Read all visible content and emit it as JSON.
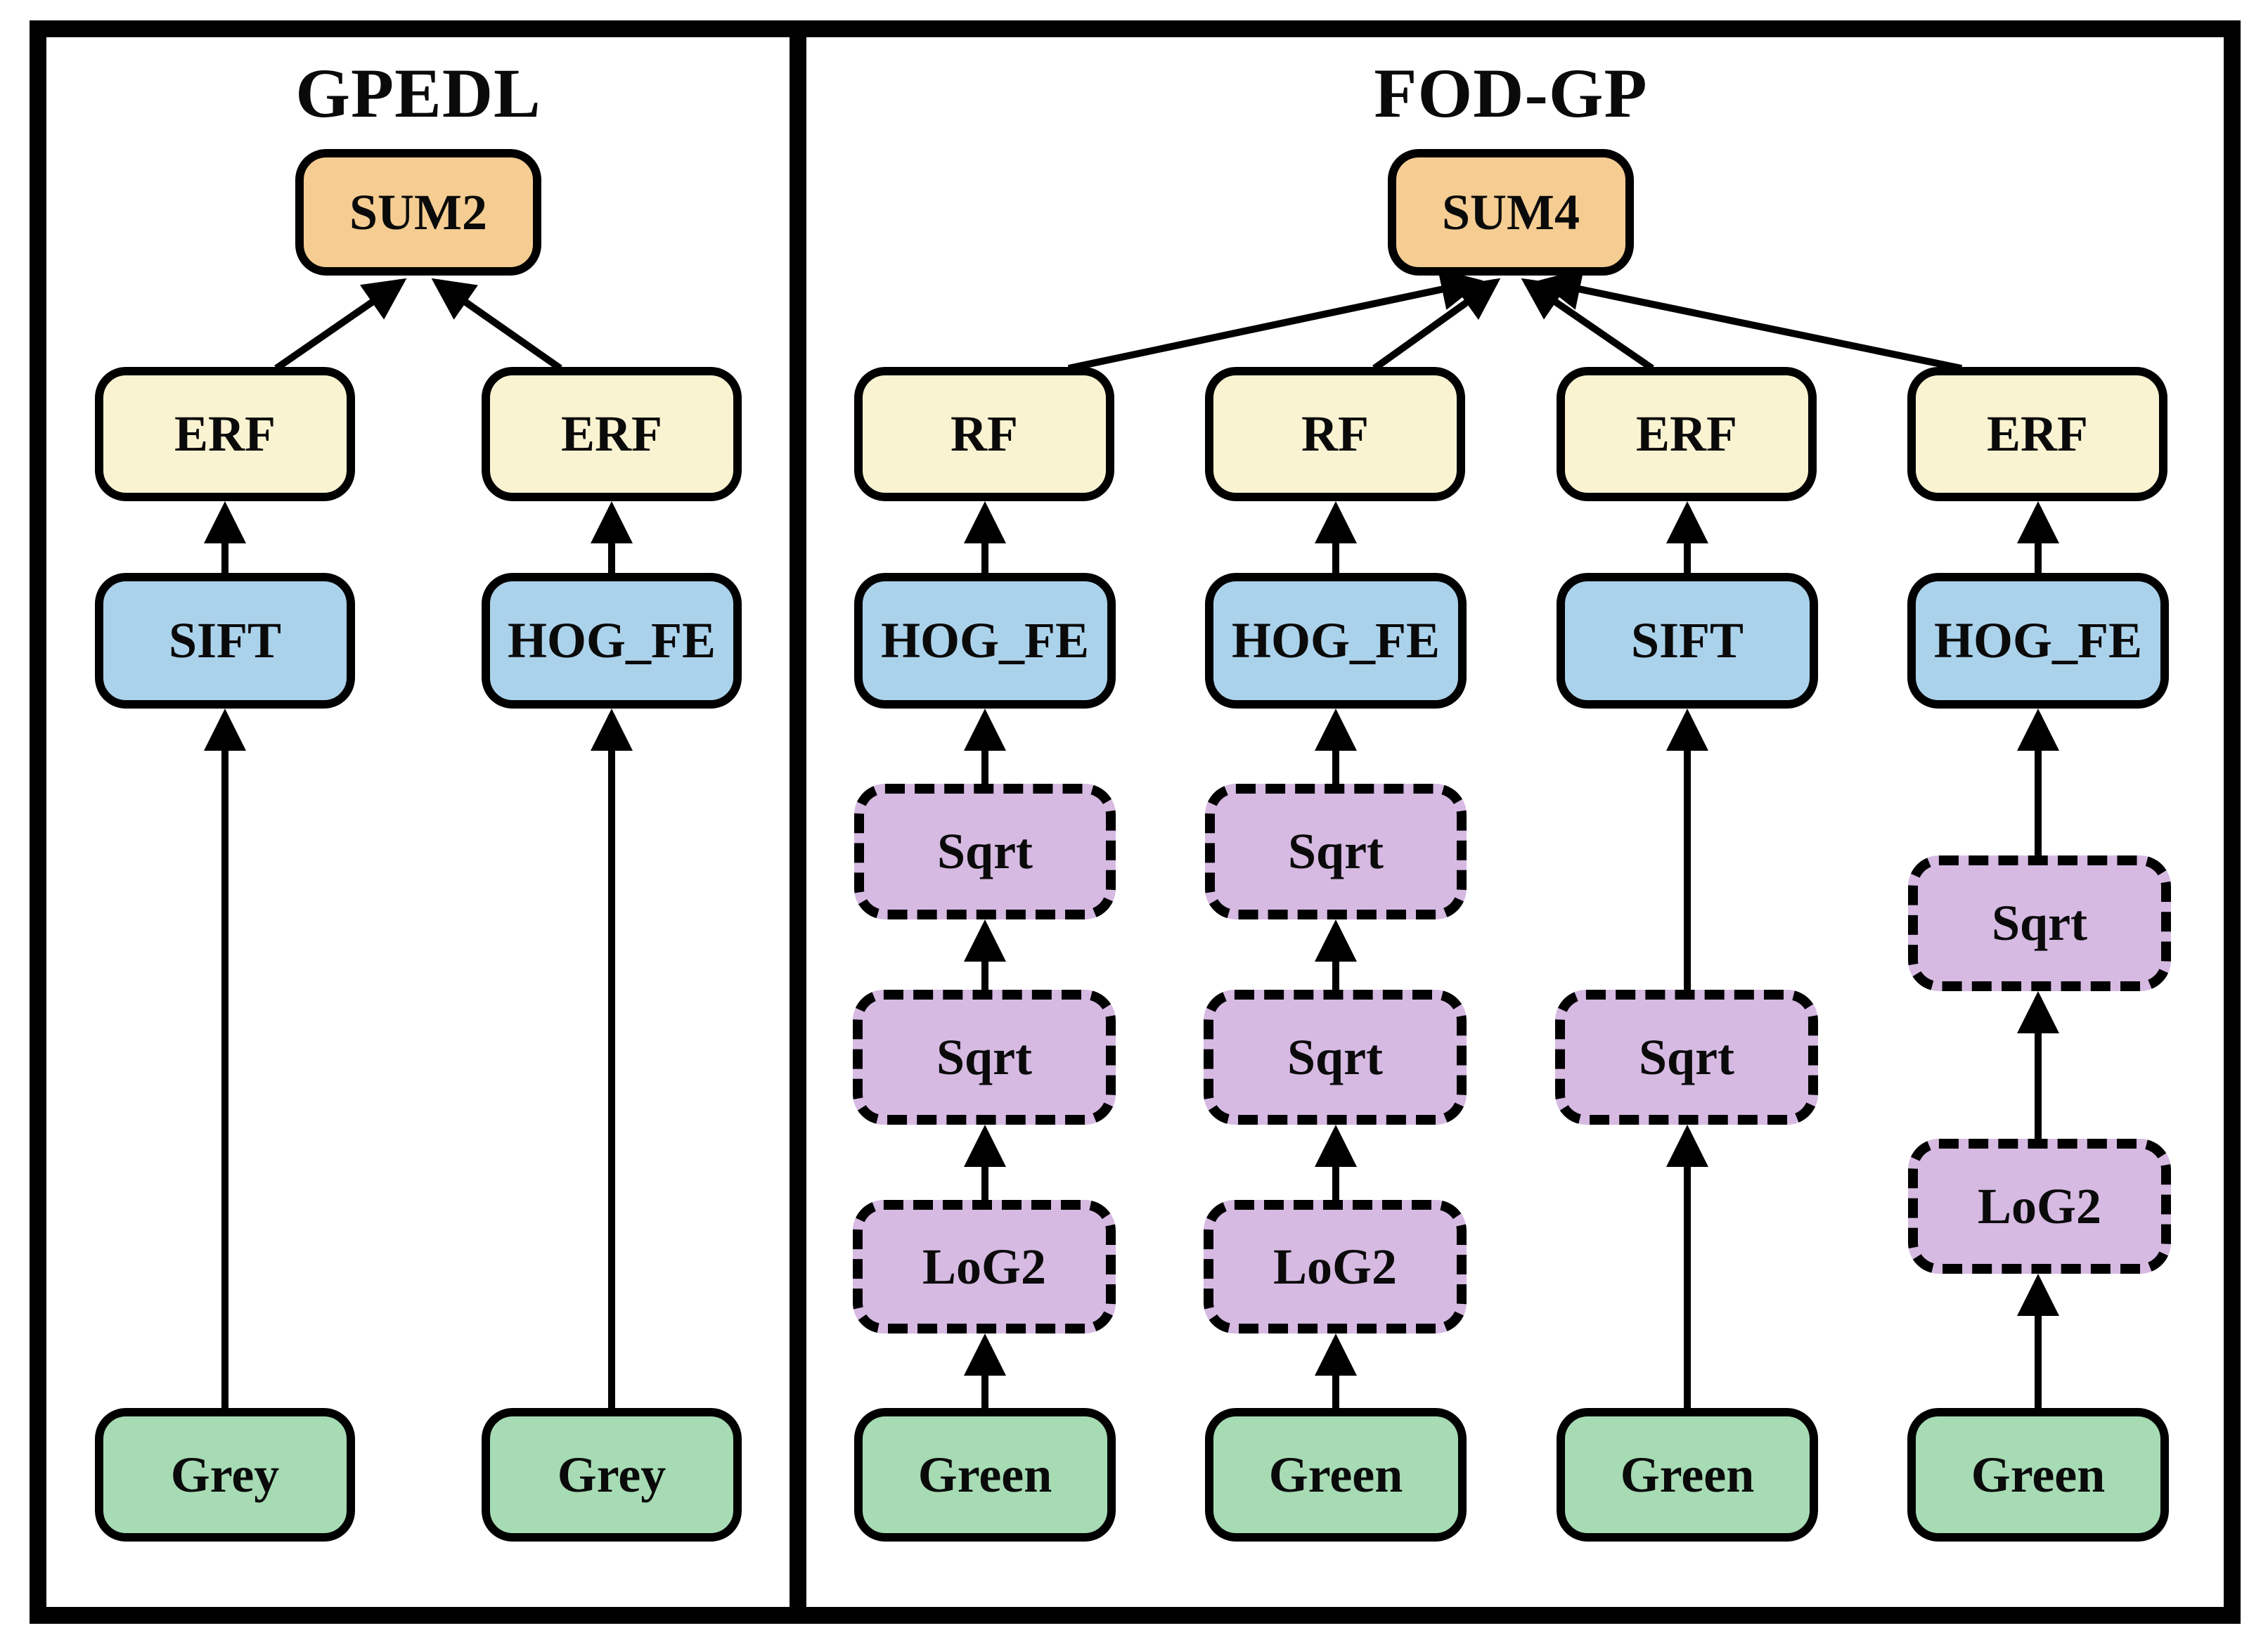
{
  "figure": {
    "colors": {
      "sum": "#F5CD92",
      "classifier": "#FAF3D2",
      "feature": "#ABD2EB",
      "function": "#D6BAE2",
      "input": "#A6DBB4",
      "stroke": "#000000",
      "background": "#FFFFFF"
    },
    "panels": [
      {
        "title": "GPEDL",
        "nodes": [
          {
            "id": "sum2",
            "label": "SUM2",
            "type": "sum"
          },
          {
            "id": "erf-1",
            "label": "ERF",
            "type": "classifier"
          },
          {
            "id": "erf-2",
            "label": "ERF",
            "type": "classifier"
          },
          {
            "id": "sift",
            "label": "SIFT",
            "type": "feature"
          },
          {
            "id": "hog-fe",
            "label": "HOG_FE",
            "type": "feature"
          },
          {
            "id": "grey-1",
            "label": "Grey",
            "type": "input"
          },
          {
            "id": "grey-2",
            "label": "Grey",
            "type": "input"
          }
        ],
        "edges": [
          [
            "grey-1",
            "sift"
          ],
          [
            "sift",
            "erf-1"
          ],
          [
            "erf-1",
            "sum2"
          ],
          [
            "grey-2",
            "hog-fe"
          ],
          [
            "hog-fe",
            "erf-2"
          ],
          [
            "erf-2",
            "sum2"
          ]
        ]
      },
      {
        "title": "FOD-GP",
        "nodes": [
          {
            "id": "sum4",
            "label": "SUM4",
            "type": "sum"
          },
          {
            "id": "rf-1",
            "label": "RF",
            "type": "classifier"
          },
          {
            "id": "rf-2",
            "label": "RF",
            "type": "classifier"
          },
          {
            "id": "erf-3",
            "label": "ERF",
            "type": "classifier"
          },
          {
            "id": "erf-4",
            "label": "ERF",
            "type": "classifier"
          },
          {
            "id": "hog-fe-1",
            "label": "HOG_FE",
            "type": "feature"
          },
          {
            "id": "hog-fe-2",
            "label": "HOG_FE",
            "type": "feature"
          },
          {
            "id": "sift-3",
            "label": "SIFT",
            "type": "feature"
          },
          {
            "id": "hog-fe-4",
            "label": "HOG_FE",
            "type": "feature"
          },
          {
            "id": "sqrt-1a",
            "label": "Sqrt",
            "type": "function"
          },
          {
            "id": "sqrt-2a",
            "label": "Sqrt",
            "type": "function"
          },
          {
            "id": "sqrt-1b",
            "label": "Sqrt",
            "type": "function"
          },
          {
            "id": "sqrt-2b",
            "label": "Sqrt",
            "type": "function"
          },
          {
            "id": "sqrt-3",
            "label": "Sqrt",
            "type": "function"
          },
          {
            "id": "sqrt-4",
            "label": "Sqrt",
            "type": "function"
          },
          {
            "id": "log2-1",
            "label": "LoG2",
            "type": "function"
          },
          {
            "id": "log2-2",
            "label": "LoG2",
            "type": "function"
          },
          {
            "id": "log2-4",
            "label": "LoG2",
            "type": "function"
          },
          {
            "id": "green-1",
            "label": "Green",
            "type": "input"
          },
          {
            "id": "green-2",
            "label": "Green",
            "type": "input"
          },
          {
            "id": "green-3",
            "label": "Green",
            "type": "input"
          },
          {
            "id": "green-4",
            "label": "Green",
            "type": "input"
          }
        ],
        "edges": [
          [
            "green-1",
            "log2-1"
          ],
          [
            "log2-1",
            "sqrt-1b"
          ],
          [
            "sqrt-1b",
            "sqrt-1a"
          ],
          [
            "sqrt-1a",
            "hog-fe-1"
          ],
          [
            "hog-fe-1",
            "rf-1"
          ],
          [
            "rf-1",
            "sum4"
          ],
          [
            "green-2",
            "log2-2"
          ],
          [
            "log2-2",
            "sqrt-2b"
          ],
          [
            "sqrt-2b",
            "sqrt-2a"
          ],
          [
            "sqrt-2a",
            "hog-fe-2"
          ],
          [
            "hog-fe-2",
            "rf-2"
          ],
          [
            "rf-2",
            "sum4"
          ],
          [
            "green-3",
            "sqrt-3"
          ],
          [
            "sqrt-3",
            "sift-3"
          ],
          [
            "sift-3",
            "erf-3"
          ],
          [
            "erf-3",
            "sum4"
          ],
          [
            "green-4",
            "log2-4"
          ],
          [
            "log2-4",
            "sqrt-4"
          ],
          [
            "sqrt-4",
            "hog-fe-4"
          ],
          [
            "hog-fe-4",
            "erf-4"
          ],
          [
            "erf-4",
            "sum4"
          ]
        ]
      }
    ]
  }
}
